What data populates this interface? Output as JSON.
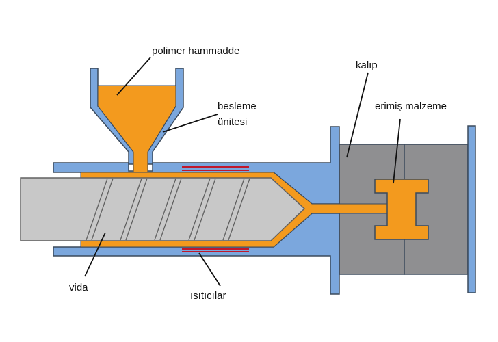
{
  "labels": {
    "hopper": "polimer hammadde",
    "feed_unit_line1": "besleme",
    "feed_unit_line2": "ünitesi",
    "mold": "kalıp",
    "molten": "erimiş malzeme",
    "screw": "vida",
    "heaters": "ısıtıcılar"
  },
  "colors": {
    "barrel": "#7ba7dd",
    "outline": "#3b4a5c",
    "polymer": "#f39a1e",
    "screw": "#c8c8c8",
    "screw_outline": "#606060",
    "mold": "#8f8f91",
    "heater": "#c0182c"
  }
}
